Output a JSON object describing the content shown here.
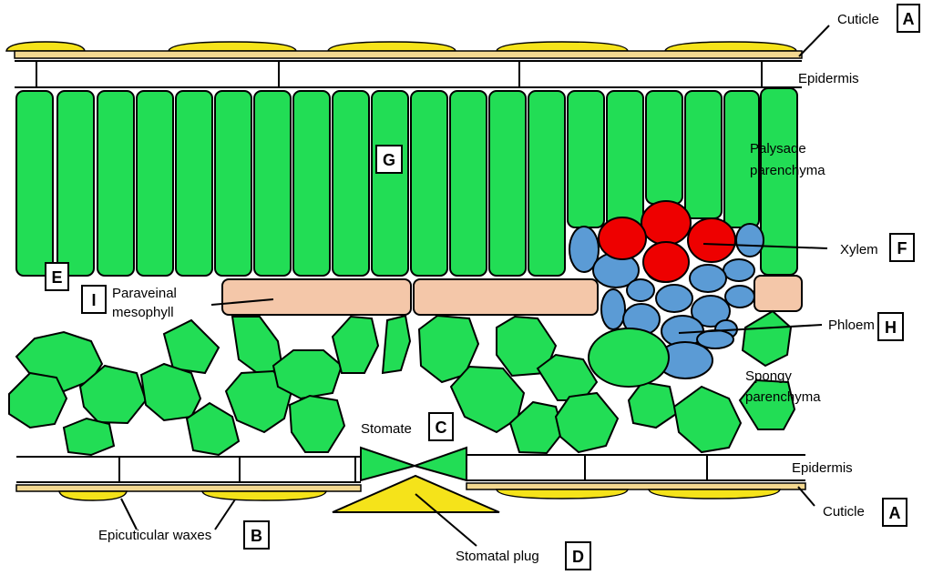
{
  "labels": {
    "cuticle_top": "Cuticle",
    "epidermis_top": "Epidermis",
    "palisade_1": "Palysade",
    "palisade_2": "parenchyma",
    "xylem": "Xylem",
    "phloem": "Phloem",
    "spongy_1": "Spongy",
    "spongy_2": "parenchyma",
    "paraveinal_1": "Paraveinal",
    "paraveinal_2": "mesophyll",
    "stomate": "Stomate",
    "epidermis_bottom": "Epidermis",
    "cuticle_bottom": "Cuticle",
    "epicuticular_waxes": "Epicuticular waxes",
    "stomatal_plug": "Stomatal plug"
  },
  "letters": {
    "a_top": "A",
    "a_bottom": "A",
    "b": "B",
    "c": "C",
    "d": "D",
    "e": "E",
    "f": "F",
    "g": "G",
    "h": "H",
    "i": "I"
  },
  "colors": {
    "palisade": "#22dd55",
    "xylem": "#ee0000",
    "phloem": "#5b9bd5",
    "paraveinal": "#f4c7a9",
    "wax": "#f5e31a",
    "cuticle": "#f3d890",
    "outline": "#000000"
  }
}
